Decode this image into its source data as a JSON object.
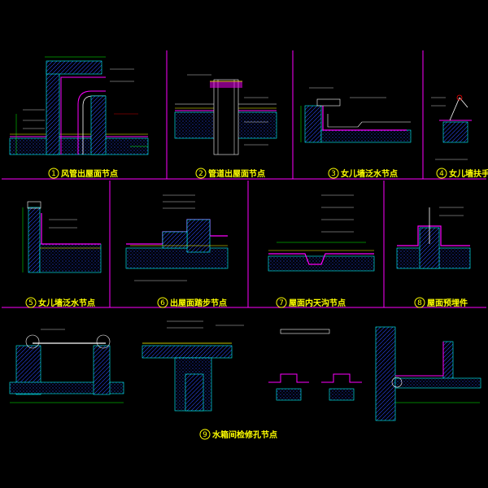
{
  "captions": [
    {
      "num": "1",
      "label": "风管出屋面节点"
    },
    {
      "num": "2",
      "label": "管道出屋面节点"
    },
    {
      "num": "3",
      "label": "女儿墙泛水节点"
    },
    {
      "num": "4",
      "label": "女儿墙扶手"
    },
    {
      "num": "5",
      "label": "女儿墙泛水节点"
    },
    {
      "num": "6",
      "label": "出屋面踏步节点"
    },
    {
      "num": "7",
      "label": "屋面内天沟节点"
    },
    {
      "num": "8",
      "label": "屋面预埋件"
    },
    {
      "num": "9",
      "label": "水箱间检修孔节点"
    }
  ],
  "colors": {
    "background": "#000000",
    "frame": "#ff00ff",
    "caption_text": "#ffff00",
    "dimension": "#00ff00",
    "leader": "#ff0000",
    "membrane": "#ff00ff",
    "insulation": "#0000ff",
    "concrete": "#00ffff",
    "note_text": "#ffffff"
  }
}
